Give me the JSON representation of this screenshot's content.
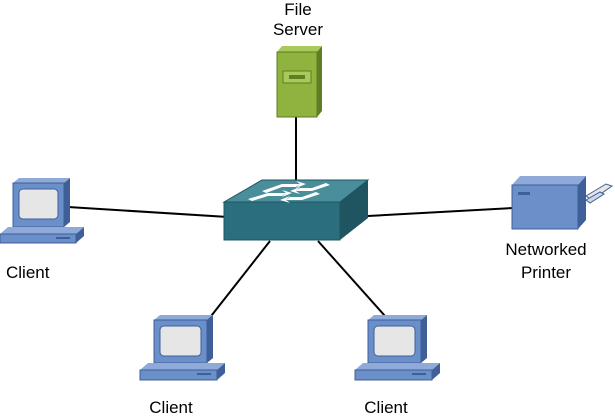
{
  "diagram": {
    "nodes": {
      "file_server": {
        "label_line1": "File",
        "label_line2": "Server"
      },
      "switch": {},
      "client_left": {
        "label": "Client"
      },
      "client_bottom_left": {
        "label": "Client"
      },
      "client_bottom_right": {
        "label": "Client"
      },
      "printer": {
        "label_line1": "Networked",
        "label_line2": "Printer"
      }
    },
    "colors": {
      "server_body": "#8fb33e",
      "server_dark": "#5f7d22",
      "switch_top": "#4a8e9c",
      "switch_front": "#2b6f7f",
      "computer_body": "#6b8fc9",
      "computer_dark": "#3f5f99",
      "screen": "#e6e6e6",
      "link": "#000000"
    }
  }
}
